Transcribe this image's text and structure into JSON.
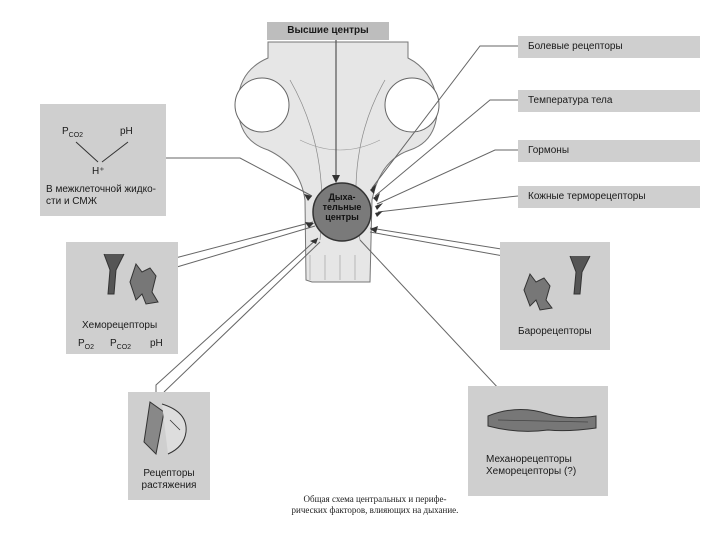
{
  "title": "Высшие центры",
  "center": {
    "line1": "Дыха-",
    "line2": "тельные",
    "line3": "центры"
  },
  "right_factors": [
    "Болевые рецепторы",
    "Температура тела",
    "Гормоны",
    "Кожные терморецепторы"
  ],
  "left_box": {
    "pco2": "P",
    "pco2_sub": "CO2",
    "ph": "pH",
    "h": "H⁺",
    "text": "В межклеточной жидко-сти и СМЖ"
  },
  "chemo_box": {
    "label": "Хеморецепторы",
    "po2": "P",
    "po2_sub": "O2",
    "pco2": "P",
    "pco2_sub": "CO2",
    "ph": "pH"
  },
  "stretch_box": {
    "label": "Рецепторы растяжения"
  },
  "baro_box": {
    "label": "Барорецепторы"
  },
  "mech_box": {
    "label1": "Механорецепторы",
    "label2": "Хеморецепторы (?)"
  },
  "caption": "Общая схема центральных и перифе-рических факторов, влияющих на дыхание."
}
